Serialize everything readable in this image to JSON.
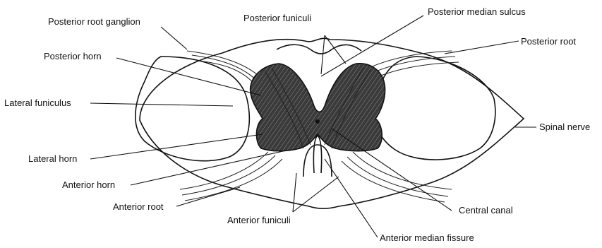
{
  "labels": {
    "posterior_root_ganglion": "Posterior root ganglion",
    "posterior_funiculi": "Posterior funiculi",
    "posterior_median_sulcus": "Posterior median sulcus",
    "posterior_root": "Posterior root",
    "posterior_horn": "Posterior horn",
    "lateral_funiculus": "Lateral funiculus",
    "spinal_nerve": "Spinal nerve",
    "lateral_horn": "Lateral horn",
    "anterior_horn": "Anterior horn",
    "anterior_root": "Anterior root",
    "central_canal": "Central canal",
    "anterior_funiculi": "Anterior funiculi",
    "anterior_median_fissure": "Anterior median fissure"
  },
  "colors": {
    "ink": "#111111",
    "grey_matter": "#3a3a3a",
    "background": "#ffffff"
  }
}
